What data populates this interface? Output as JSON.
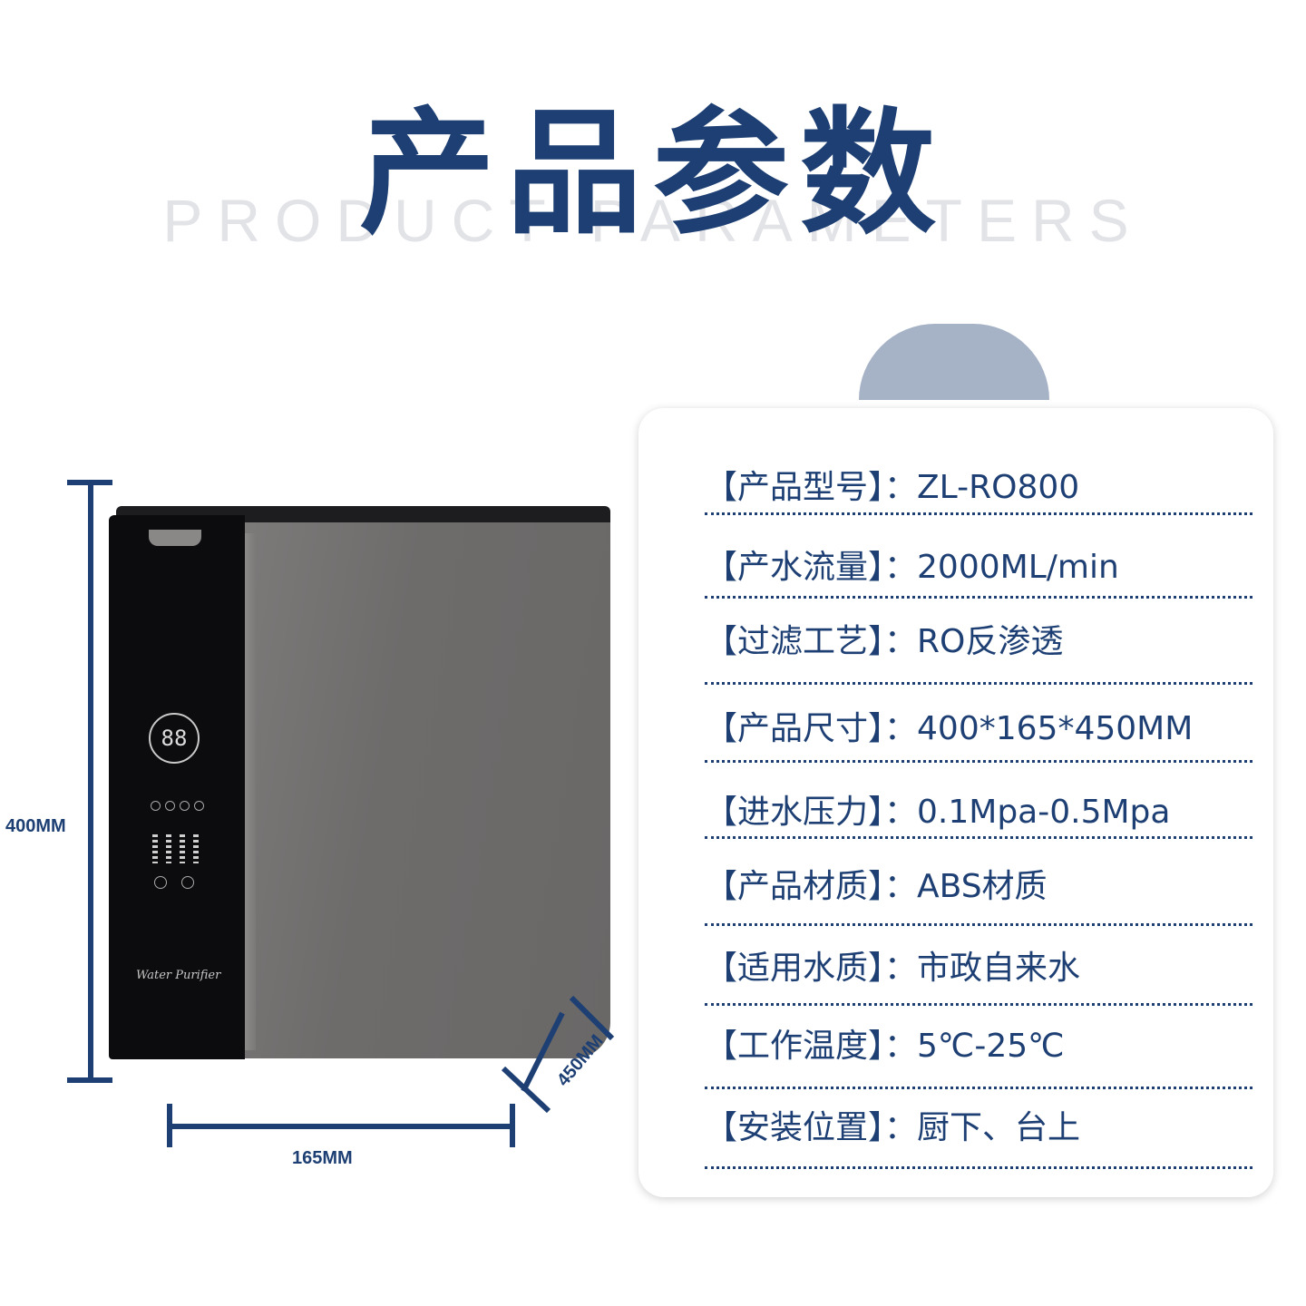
{
  "header": {
    "title": "产品参数",
    "subtitle": "PRODUCT PARAMETERS"
  },
  "product": {
    "display_digits": "88",
    "brand_script": "Water Purifier"
  },
  "dimensions": {
    "height": "400MM",
    "width": "165MM",
    "depth": "450MM"
  },
  "specs": [
    {
      "label": "【产品型号】",
      "value": "：ZL-RO800"
    },
    {
      "label": "【产水流量】",
      "value": "：2000ML/min"
    },
    {
      "label": "【过滤工艺】",
      "value": "：RO反渗透"
    },
    {
      "label": "【产品尺寸】",
      "value": "：400*165*450MM"
    },
    {
      "label": "【进水压力】",
      "value": "：0.1Mpa-0.5Mpa"
    },
    {
      "label": "【产品材质】",
      "value": "：ABS材质"
    },
    {
      "label": "【适用水质】",
      "value": "：市政自来水"
    },
    {
      "label": "【工作温度】",
      "value": "：5℃-25℃"
    },
    {
      "label": "【安装位置】",
      "value": "：厨下、台上"
    }
  ],
  "colors": {
    "brand_navy": "#1d3f73",
    "accent_blue_gray": "#a6b2c6"
  }
}
